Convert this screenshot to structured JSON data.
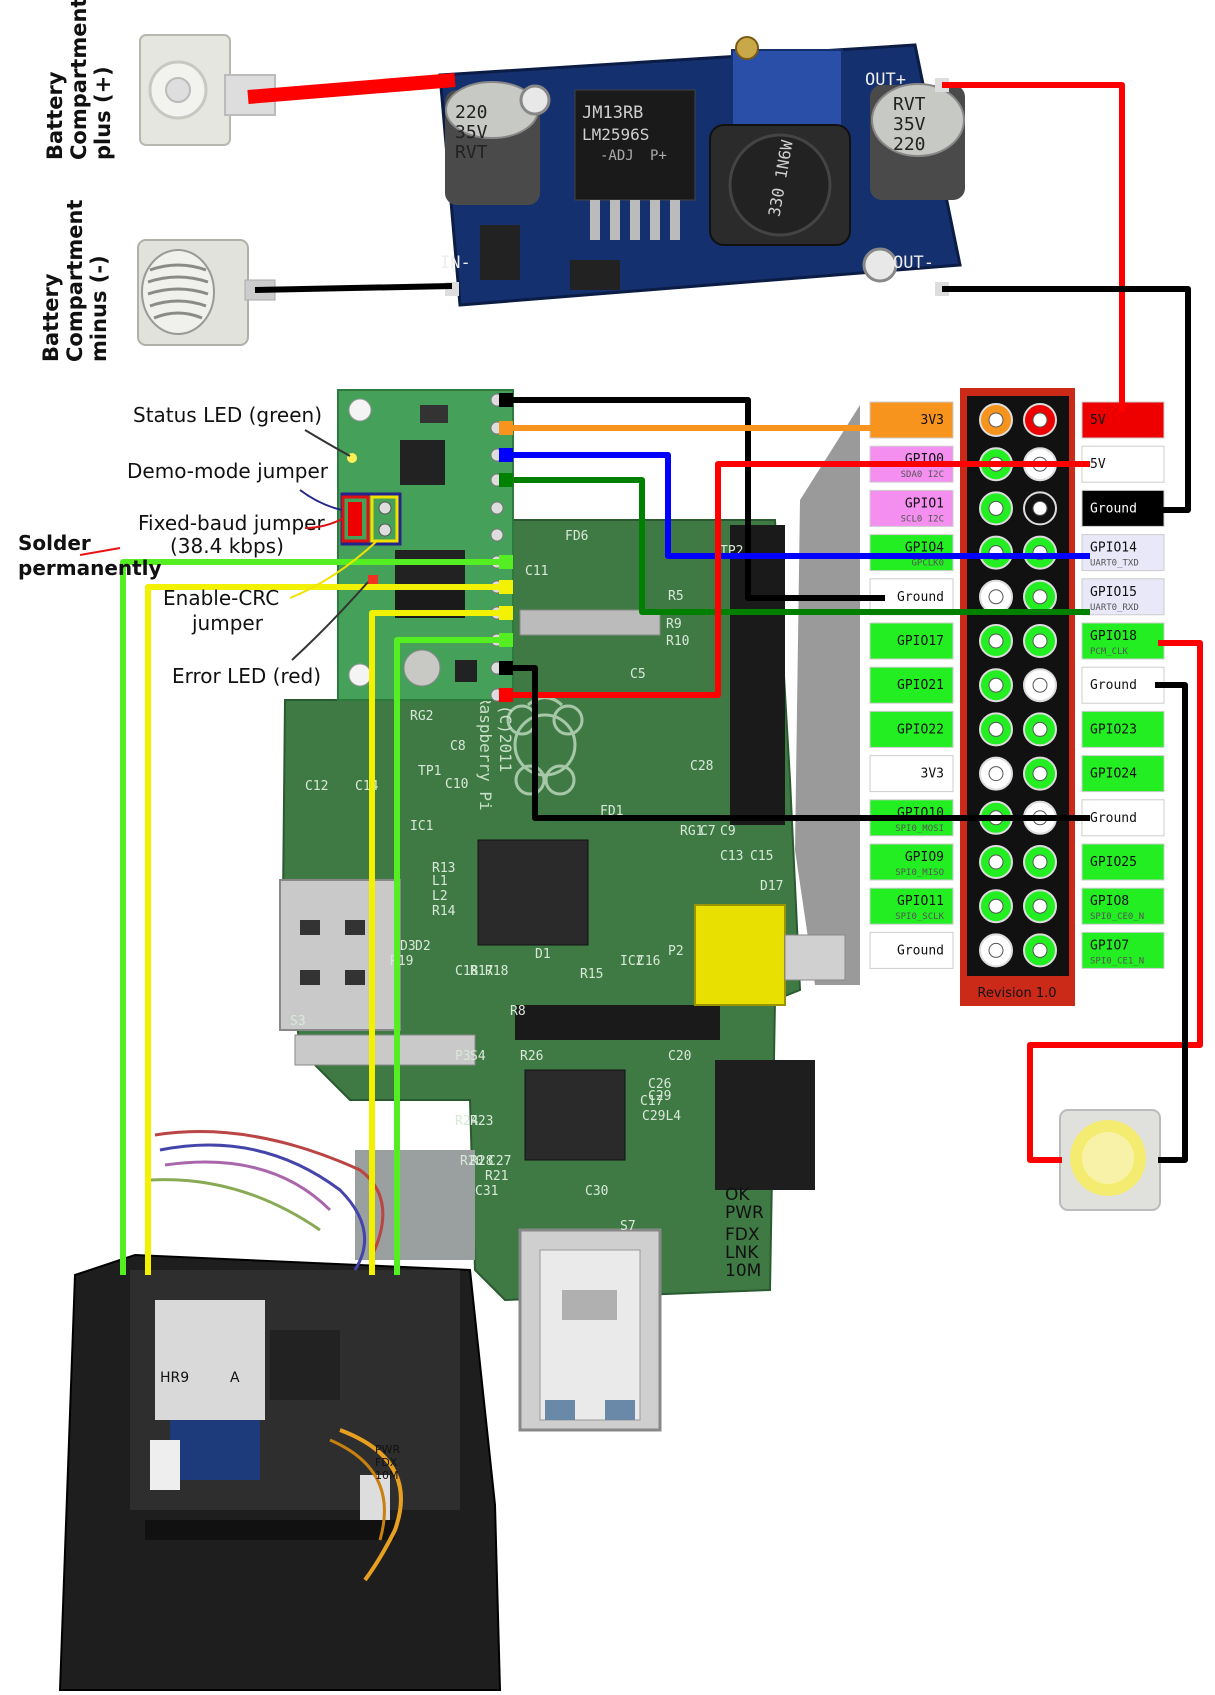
{
  "battery": {
    "plus_lines": [
      "Battery",
      "Compartment",
      "plus (+)"
    ],
    "minus_lines": [
      "Battery",
      "Compartment",
      "minus (-)"
    ]
  },
  "regulator": {
    "cap_left": [
      "220",
      "35V",
      "RVT"
    ],
    "cap_right": [
      "RVT",
      "35V",
      "220"
    ],
    "chip": [
      "JM13RB",
      "LM2596S",
      "-ADJ",
      "P+"
    ],
    "inductor": "330 1N6W",
    "out_plus": "OUT+",
    "out_minus": "OUT-",
    "in_minus": "IN-"
  },
  "controller_labels": {
    "status_led": "Status LED (green)",
    "demo_jumper": "Demo-mode jumper",
    "fixed_baud_1": "Fixed-baud jumper",
    "fixed_baud_2": "(38.4 kbps)",
    "solder_1": "Solder",
    "solder_2": "permanently",
    "enable_crc_1": "Enable-CRC",
    "enable_crc_2": "jumper",
    "error_led": "Error LED (red)"
  },
  "pi_board": {
    "silk": [
      "FD6",
      "C11",
      "R5",
      "R9",
      "R10",
      "C5",
      "C8",
      "C10",
      "TP1",
      "RG2",
      "R13",
      "L1",
      "L2",
      "R14",
      "D2",
      "D3",
      "C12",
      "C14",
      "IC1",
      "D1",
      "R15",
      "C18",
      "R17",
      "R18",
      "R19",
      "S3",
      "FD1",
      "IC2",
      "C16",
      "C17",
      "R8",
      "R26",
      "C20",
      "P2",
      "P3",
      "S4",
      "R24",
      "R23",
      "R28",
      "C27",
      "C29",
      "C26",
      "R20",
      "R21",
      "C31",
      "C30",
      "S7",
      "C29L4",
      "C28",
      "RG1",
      "C7",
      "C9",
      "C13",
      "C15",
      "D17",
      "TP2",
      "P1"
    ],
    "logo_text": [
      "Raspberry Pi",
      "(C)2011"
    ],
    "status_leds": [
      "OK",
      "PWR",
      "FDX",
      "LNK",
      "10M"
    ]
  },
  "header": {
    "left_labels": [
      {
        "text": "3V3",
        "sub": ""
      },
      {
        "text": "GPIO0",
        "sub": "SDA0 I2C"
      },
      {
        "text": "GPIO1",
        "sub": "SCL0 I2C"
      },
      {
        "text": "GPIO4",
        "sub": "GPCLK0"
      },
      {
        "text": "Ground",
        "sub": ""
      },
      {
        "text": "GPIO17",
        "sub": ""
      },
      {
        "text": "GPIO21",
        "sub": ""
      },
      {
        "text": "GPIO22",
        "sub": ""
      },
      {
        "text": "3V3",
        "sub": ""
      },
      {
        "text": "GPIO10",
        "sub": "SPI0_MOSI"
      },
      {
        "text": "GPIO9",
        "sub": "SPI0_MISO"
      },
      {
        "text": "GPIO11",
        "sub": "SPI0_SCLK"
      },
      {
        "text": "Ground",
        "sub": ""
      }
    ],
    "right_labels": [
      {
        "text": "5V",
        "sub": ""
      },
      {
        "text": "5V",
        "sub": ""
      },
      {
        "text": "Ground",
        "sub": ""
      },
      {
        "text": "GPIO14",
        "sub": "UART0_TXD"
      },
      {
        "text": "GPIO15",
        "sub": "UART0_RXD"
      },
      {
        "text": "GPIO18",
        "sub": "PCM_CLK"
      },
      {
        "text": "Ground",
        "sub": ""
      },
      {
        "text": "GPIO23",
        "sub": ""
      },
      {
        "text": "GPIO24",
        "sub": ""
      },
      {
        "text": "Ground",
        "sub": ""
      },
      {
        "text": "GPIO25",
        "sub": ""
      },
      {
        "text": "GPIO8",
        "sub": "SPI0_CE0_N"
      },
      {
        "text": "GPIO7",
        "sub": "SPI0_CE1_N"
      }
    ],
    "revision": "Revision 1.0"
  },
  "robot": {
    "board_text": [
      "HR9",
      "A",
      "PWR",
      "FDX",
      "10M"
    ]
  },
  "colors": {
    "red_wire": "#ff0000",
    "black_wire": "#000000",
    "orange_wire": "#f7941d",
    "blue_wire": "#0000ff",
    "green_wire": "#008000",
    "lime_wire": "#55ee22",
    "yellow_wire": "#f2f200",
    "pcb_blue": "#14306f",
    "pcb_green": "#45a05a",
    "pi_green": "#3f7a45",
    "header_red": "#cc2a18",
    "label_orange": "#f7941d",
    "label_pink": "#f48ff0",
    "label_green": "#22ee22",
    "label_red": "#ee0000",
    "label_black": "#000000",
    "label_lilac": "#e8e8f8"
  }
}
